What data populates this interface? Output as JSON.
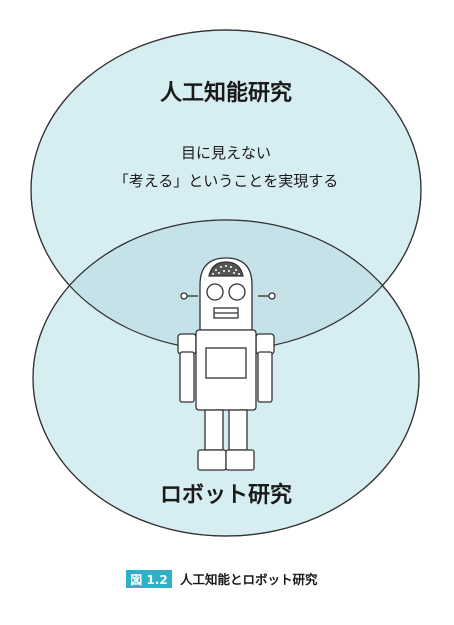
{
  "diagram": {
    "ai_circle": {
      "title": "人工知能研究",
      "description_line1": "目に見えない",
      "description_line2": "「考える」ということを実現する"
    },
    "robot_circle": {
      "title": "ロボット研究"
    },
    "robot_icon": "robot-illustration"
  },
  "caption": {
    "number": "図 1.2",
    "text": "人工知能とロボット研究"
  },
  "colors": {
    "circle_fill": "#d6edf2",
    "overlap_fill": "#c5e2e9",
    "caption_badge": "#2fb0c6",
    "outline": "#333333"
  }
}
